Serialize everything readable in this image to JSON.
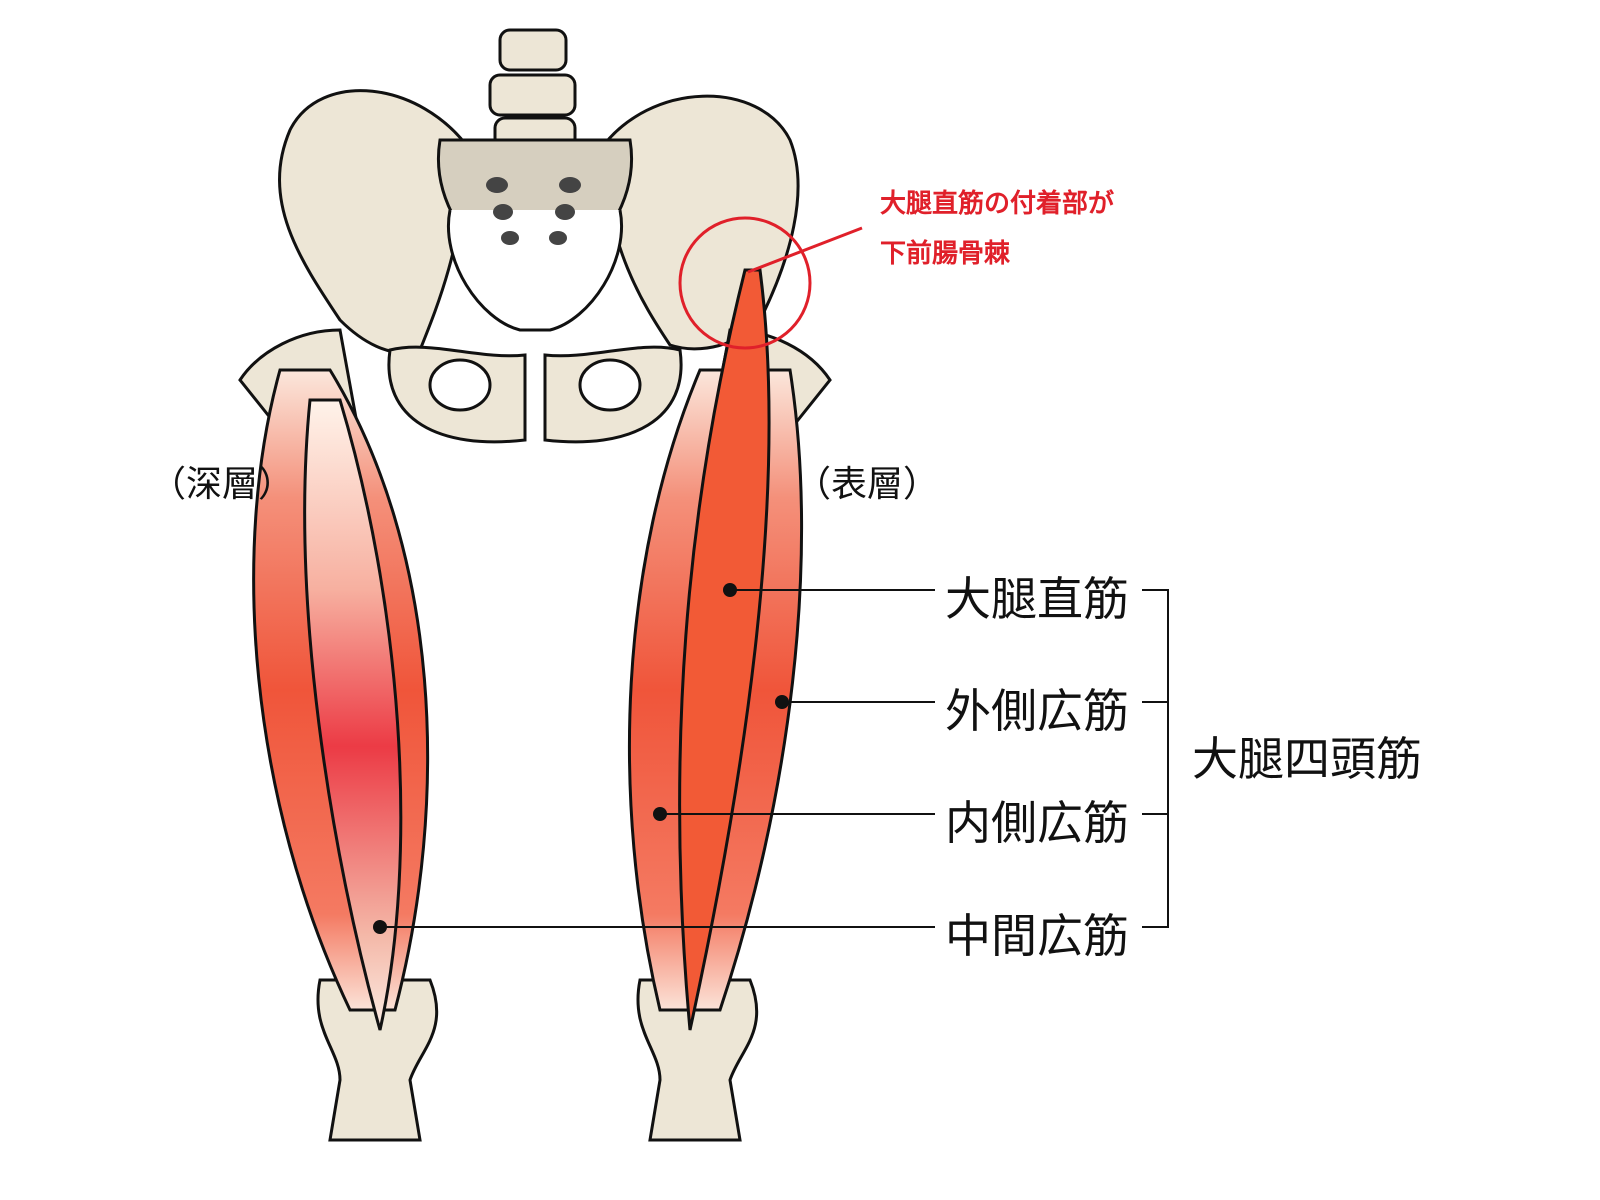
{
  "annotation": {
    "line1": "大腿直筋の付着部が",
    "line2": "下前腸骨棘"
  },
  "layers": {
    "deep": "（深層）",
    "superficial": "（表層）"
  },
  "muscles": {
    "rectus_femoris": "大腿直筋",
    "vastus_lateralis": "外側広筋",
    "vastus medialis": "内側広筋",
    "vastus_medialis": "内側広筋",
    "vastus_intermedius": "中間広筋"
  },
  "group_label": "大腿四頭筋",
  "colors": {
    "bone": "#ede6d6",
    "muscle": "#f0553a",
    "annotation": "#e0202a",
    "outline": "#111111"
  }
}
